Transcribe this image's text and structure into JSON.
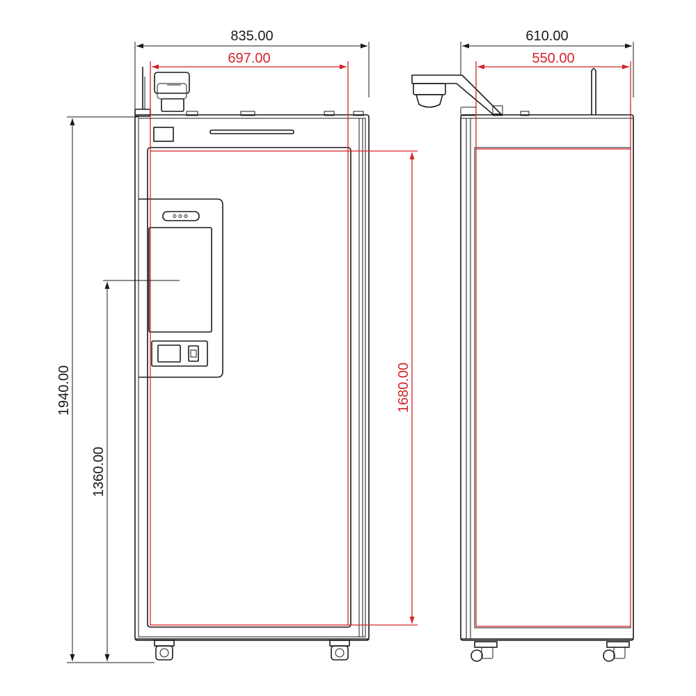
{
  "dimensions": {
    "front_width": "835.00",
    "front_inner_width": "697.00",
    "side_depth": "610.00",
    "side_inner_depth": "550.00",
    "total_height": "1940.00",
    "screen_height": "1360.00",
    "door_height": "1680.00"
  },
  "colors": {
    "outline": "#1a1a1a",
    "dimension_red": "#d3232a",
    "background": "#ffffff"
  }
}
